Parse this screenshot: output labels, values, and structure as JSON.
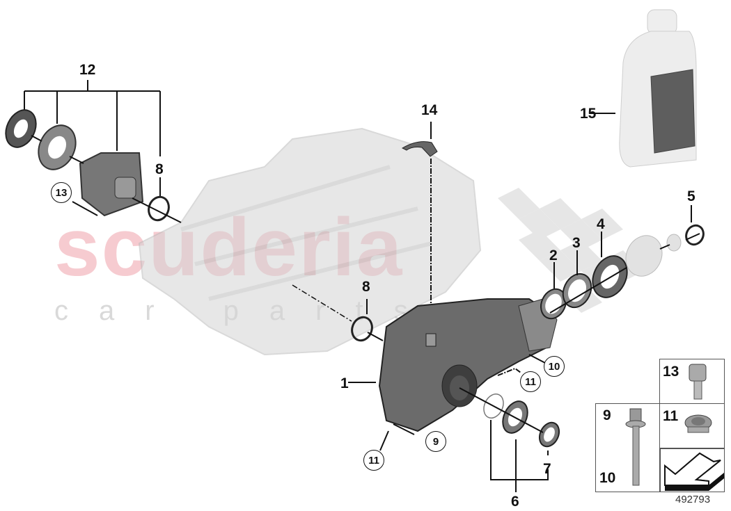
{
  "diagram": {
    "image_number": "492793",
    "watermark": {
      "main": "scuderia",
      "sub": "car parts"
    },
    "callouts": [
      {
        "id": "1",
        "style": "plain"
      },
      {
        "id": "2",
        "style": "plain"
      },
      {
        "id": "3",
        "style": "plain"
      },
      {
        "id": "4",
        "style": "plain"
      },
      {
        "id": "5",
        "style": "plain"
      },
      {
        "id": "6",
        "style": "plain"
      },
      {
        "id": "7",
        "style": "plain"
      },
      {
        "id": "8",
        "style": "plain"
      },
      {
        "id": "9",
        "style": "circled"
      },
      {
        "id": "10",
        "style": "circled"
      },
      {
        "id": "11",
        "style": "circled"
      },
      {
        "id": "12",
        "style": "plain"
      },
      {
        "id": "13",
        "style": "circled"
      },
      {
        "id": "14",
        "style": "plain"
      },
      {
        "id": "15",
        "style": "plain"
      }
    ],
    "labels": {
      "l1": "1",
      "l2": "2",
      "l3": "3",
      "l4": "4",
      "l5": "5",
      "l6": "6",
      "l7": "7",
      "l8a": "8",
      "l8b": "8",
      "l9": "9",
      "l10": "10",
      "l11a": "11",
      "l11b": "11",
      "l12": "12",
      "l13": "13",
      "l14": "14",
      "l15": "15"
    },
    "legend_boxes": {
      "bolt_labels": [
        "9",
        "10"
      ],
      "screw_label": "13",
      "plug_label": "11"
    },
    "parts": [
      {
        "ref": "1",
        "name": "front-axle-differential"
      },
      {
        "ref": "2",
        "name": "shim"
      },
      {
        "ref": "3",
        "name": "shim"
      },
      {
        "ref": "4",
        "name": "shaft-seal"
      },
      {
        "ref": "5",
        "name": "circlip"
      },
      {
        "ref": "6",
        "name": "shaft-seal-set"
      },
      {
        "ref": "7",
        "name": "seal-ring"
      },
      {
        "ref": "8",
        "name": "o-ring"
      },
      {
        "ref": "9",
        "name": "bolt"
      },
      {
        "ref": "10",
        "name": "bolt"
      },
      {
        "ref": "11",
        "name": "screw-plug"
      },
      {
        "ref": "12",
        "name": "bearing-housing-repair-kit"
      },
      {
        "ref": "13",
        "name": "hex-screw"
      },
      {
        "ref": "14",
        "name": "breather-clip"
      },
      {
        "ref": "15",
        "name": "oil-bottle"
      }
    ]
  }
}
